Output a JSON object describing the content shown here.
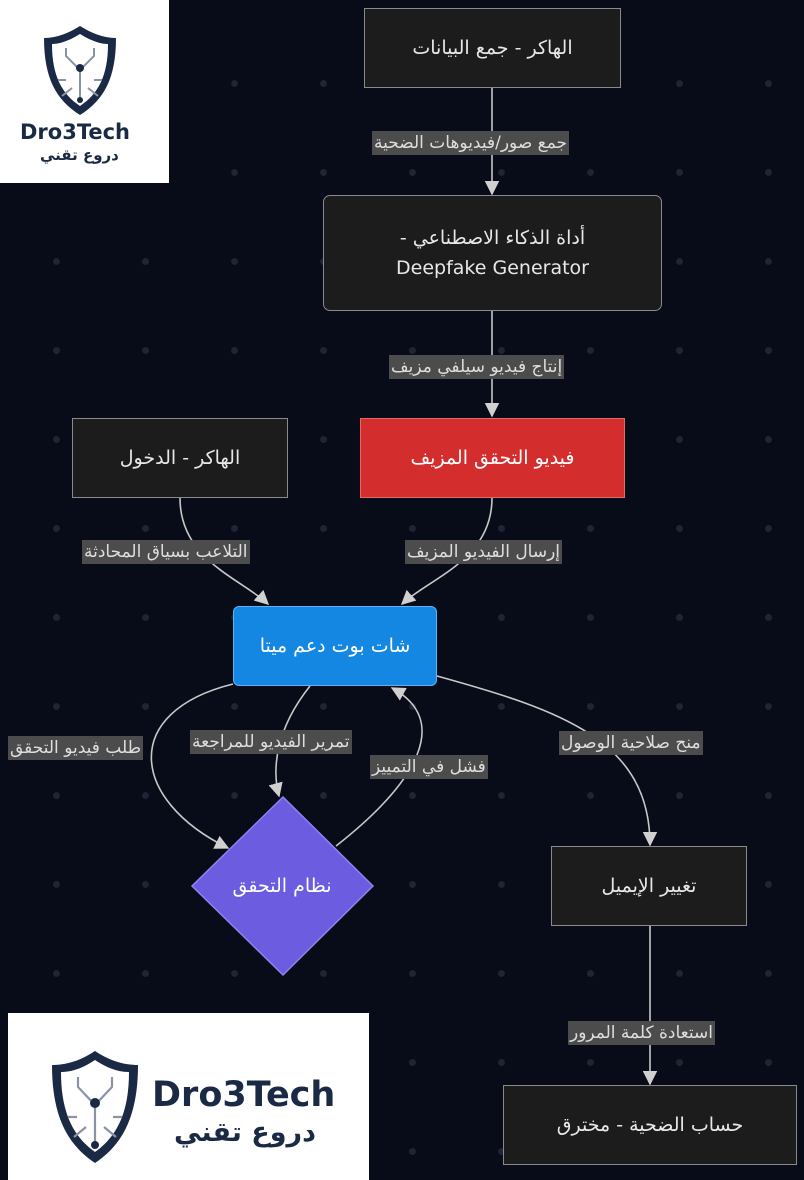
{
  "nodes": {
    "hacker_collect": "الهاكر - جمع البيانات",
    "ai_tool_line1": "أداة الذكاء الاصطناعي -",
    "ai_tool_line2": "Deepfake Generator",
    "fake_video": "فيديو التحقق المزيف",
    "hacker_login": "الهاكر - الدخول",
    "meta_bot": "شات بوت دعم ميتا",
    "verification_system": "نظام التحقق",
    "change_email": "تغيير الإيميل",
    "victim_account": "حساب الضحية - مخترق"
  },
  "edges": {
    "collect_media": "جمع صور/فيديوهات الضحية",
    "produce_selfie": "إنتاج فيديو سيلفي مزيف",
    "manipulate_context": "التلاعب بسياق المحادثة",
    "send_fake_video": "إرسال الفيديو المزيف",
    "request_video": "طلب فيديو التحقق",
    "pass_video": "تمرير الفيديو للمراجعة",
    "fail_detect": "فشل في التمييز",
    "grant_access": "منح صلاحية الوصول",
    "password_recovery": "استعادة كلمة المرور"
  },
  "logo": {
    "brand": "Dro3Tech",
    "arabic": "دروع تقني"
  },
  "colors": {
    "background": "#080b18",
    "node": "#1c1c1c",
    "fake_video": "#d42d2d",
    "chatbot": "#1487e3",
    "decision": "#6b5ce0",
    "brand": "#1b2a44"
  }
}
